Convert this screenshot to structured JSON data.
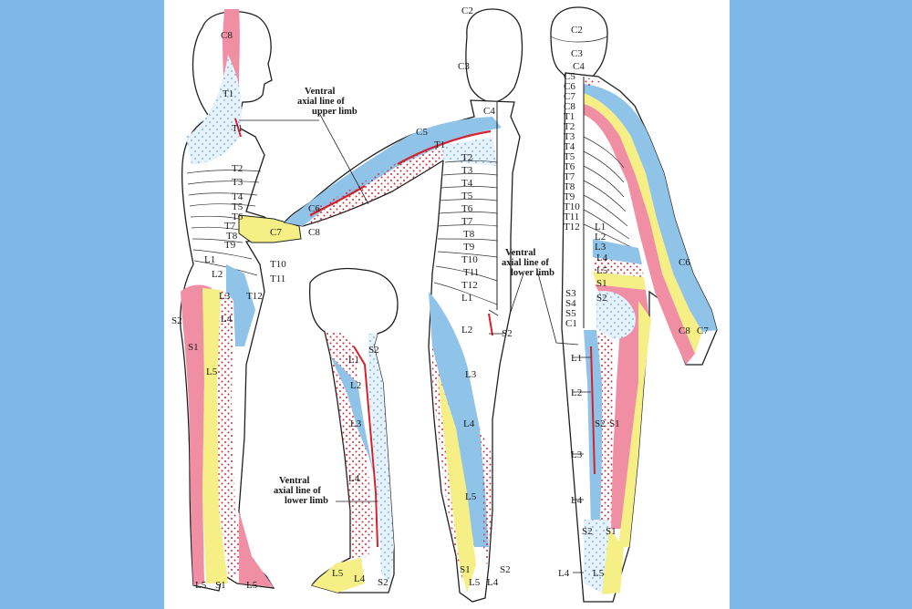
{
  "colors": {
    "background": "#7db8e8",
    "panel": "#ffffff",
    "blue": "#8fc3e8",
    "yellow": "#f6ef86",
    "pink": "#f08fa4",
    "red_line": "#d6202c",
    "dots": "#d22a3a",
    "outline": "#1f1f1f"
  },
  "captions": {
    "upper_limb": [
      "Ventral",
      "axial line of",
      "upper limb"
    ],
    "lower_limb_center": [
      "Ventral",
      "axial line of",
      "lower limb"
    ],
    "lower_limb_leg": [
      "Ventral",
      "axial line of",
      "lower limb"
    ]
  },
  "labels": {
    "side": [
      "C8",
      "T1",
      "T1",
      "T2",
      "T3",
      "T4",
      "T5",
      "T6",
      "T7",
      "T8",
      "T9",
      "T10",
      "T11",
      "T12",
      "L1",
      "L2",
      "L3",
      "L4",
      "S2",
      "S1",
      "L5",
      "L5",
      "L5",
      "S1",
      "C6",
      "C7",
      "C8"
    ],
    "front": [
      "C2",
      "C3",
      "C4",
      "C5",
      "T1",
      "T2",
      "T3",
      "T4",
      "T5",
      "T6",
      "T7",
      "T8",
      "T9",
      "T10",
      "T11",
      "T12",
      "L1",
      "L2",
      "L3",
      "L4",
      "L5",
      "S2",
      "S1",
      "L4",
      "L5",
      "S2"
    ],
    "leg": [
      "S2",
      "L1",
      "L2",
      "L3",
      "L4",
      "L5",
      "L4",
      "S2"
    ],
    "back": [
      "C2",
      "C3",
      "C4",
      "C5",
      "C6",
      "C7",
      "C8",
      "T1",
      "T2",
      "T3",
      "T4",
      "T5",
      "T6",
      "T7",
      "T8",
      "T9",
      "T10",
      "T11",
      "T12",
      "L1",
      "L2",
      "L3",
      "L4",
      "L5",
      "S1",
      "S3",
      "S4",
      "S5",
      "C1",
      "S2",
      "C6",
      "C8",
      "C7",
      "L1",
      "L2",
      "S2",
      "S1",
      "L3",
      "L4",
      "S2",
      "S1",
      "L4",
      "L5"
    ]
  }
}
